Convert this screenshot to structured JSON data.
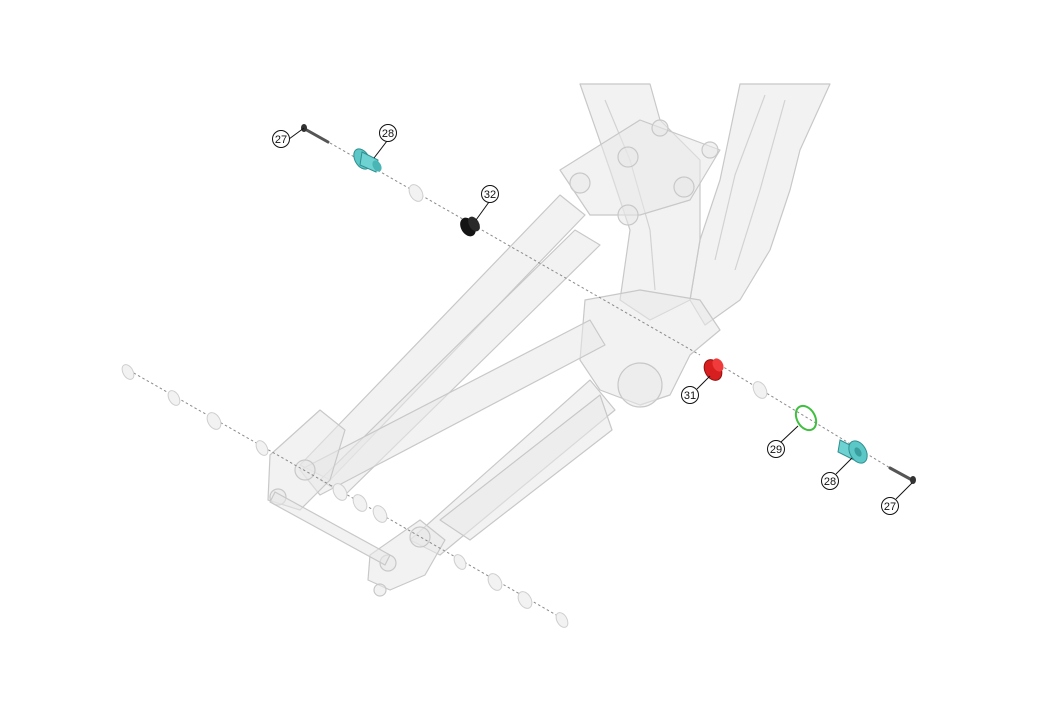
{
  "diagram": {
    "callouts": [
      {
        "id": "c27a",
        "label": "27"
      },
      {
        "id": "c28a",
        "label": "28"
      },
      {
        "id": "c32",
        "label": "32"
      },
      {
        "id": "c31",
        "label": "31"
      },
      {
        "id": "c29",
        "label": "29"
      },
      {
        "id": "c28b",
        "label": "28"
      },
      {
        "id": "c27b",
        "label": "27"
      }
    ],
    "colors": {
      "frame_fill": "#e6e6e6",
      "frame_stroke": "#c4c4c4",
      "frame_dark": "#b8b8b8",
      "bushing_cyan": "#5cc7c7",
      "bushing_red": "#d81f1f",
      "nut_black": "#141414",
      "clip_green": "#3fbf3f",
      "bolt_gray": "#555555",
      "washer_ghost": "#cfcfcf",
      "dash_line": "#8a8a8a"
    },
    "icons": {
      "c27a": "bolt-icon",
      "c28a": "pivot-bushing-icon",
      "c32": "locknut-icon",
      "c31": "bushing-icon",
      "c29": "circlip-icon",
      "c28b": "pivot-bushing-icon",
      "c27b": "bolt-icon"
    }
  }
}
